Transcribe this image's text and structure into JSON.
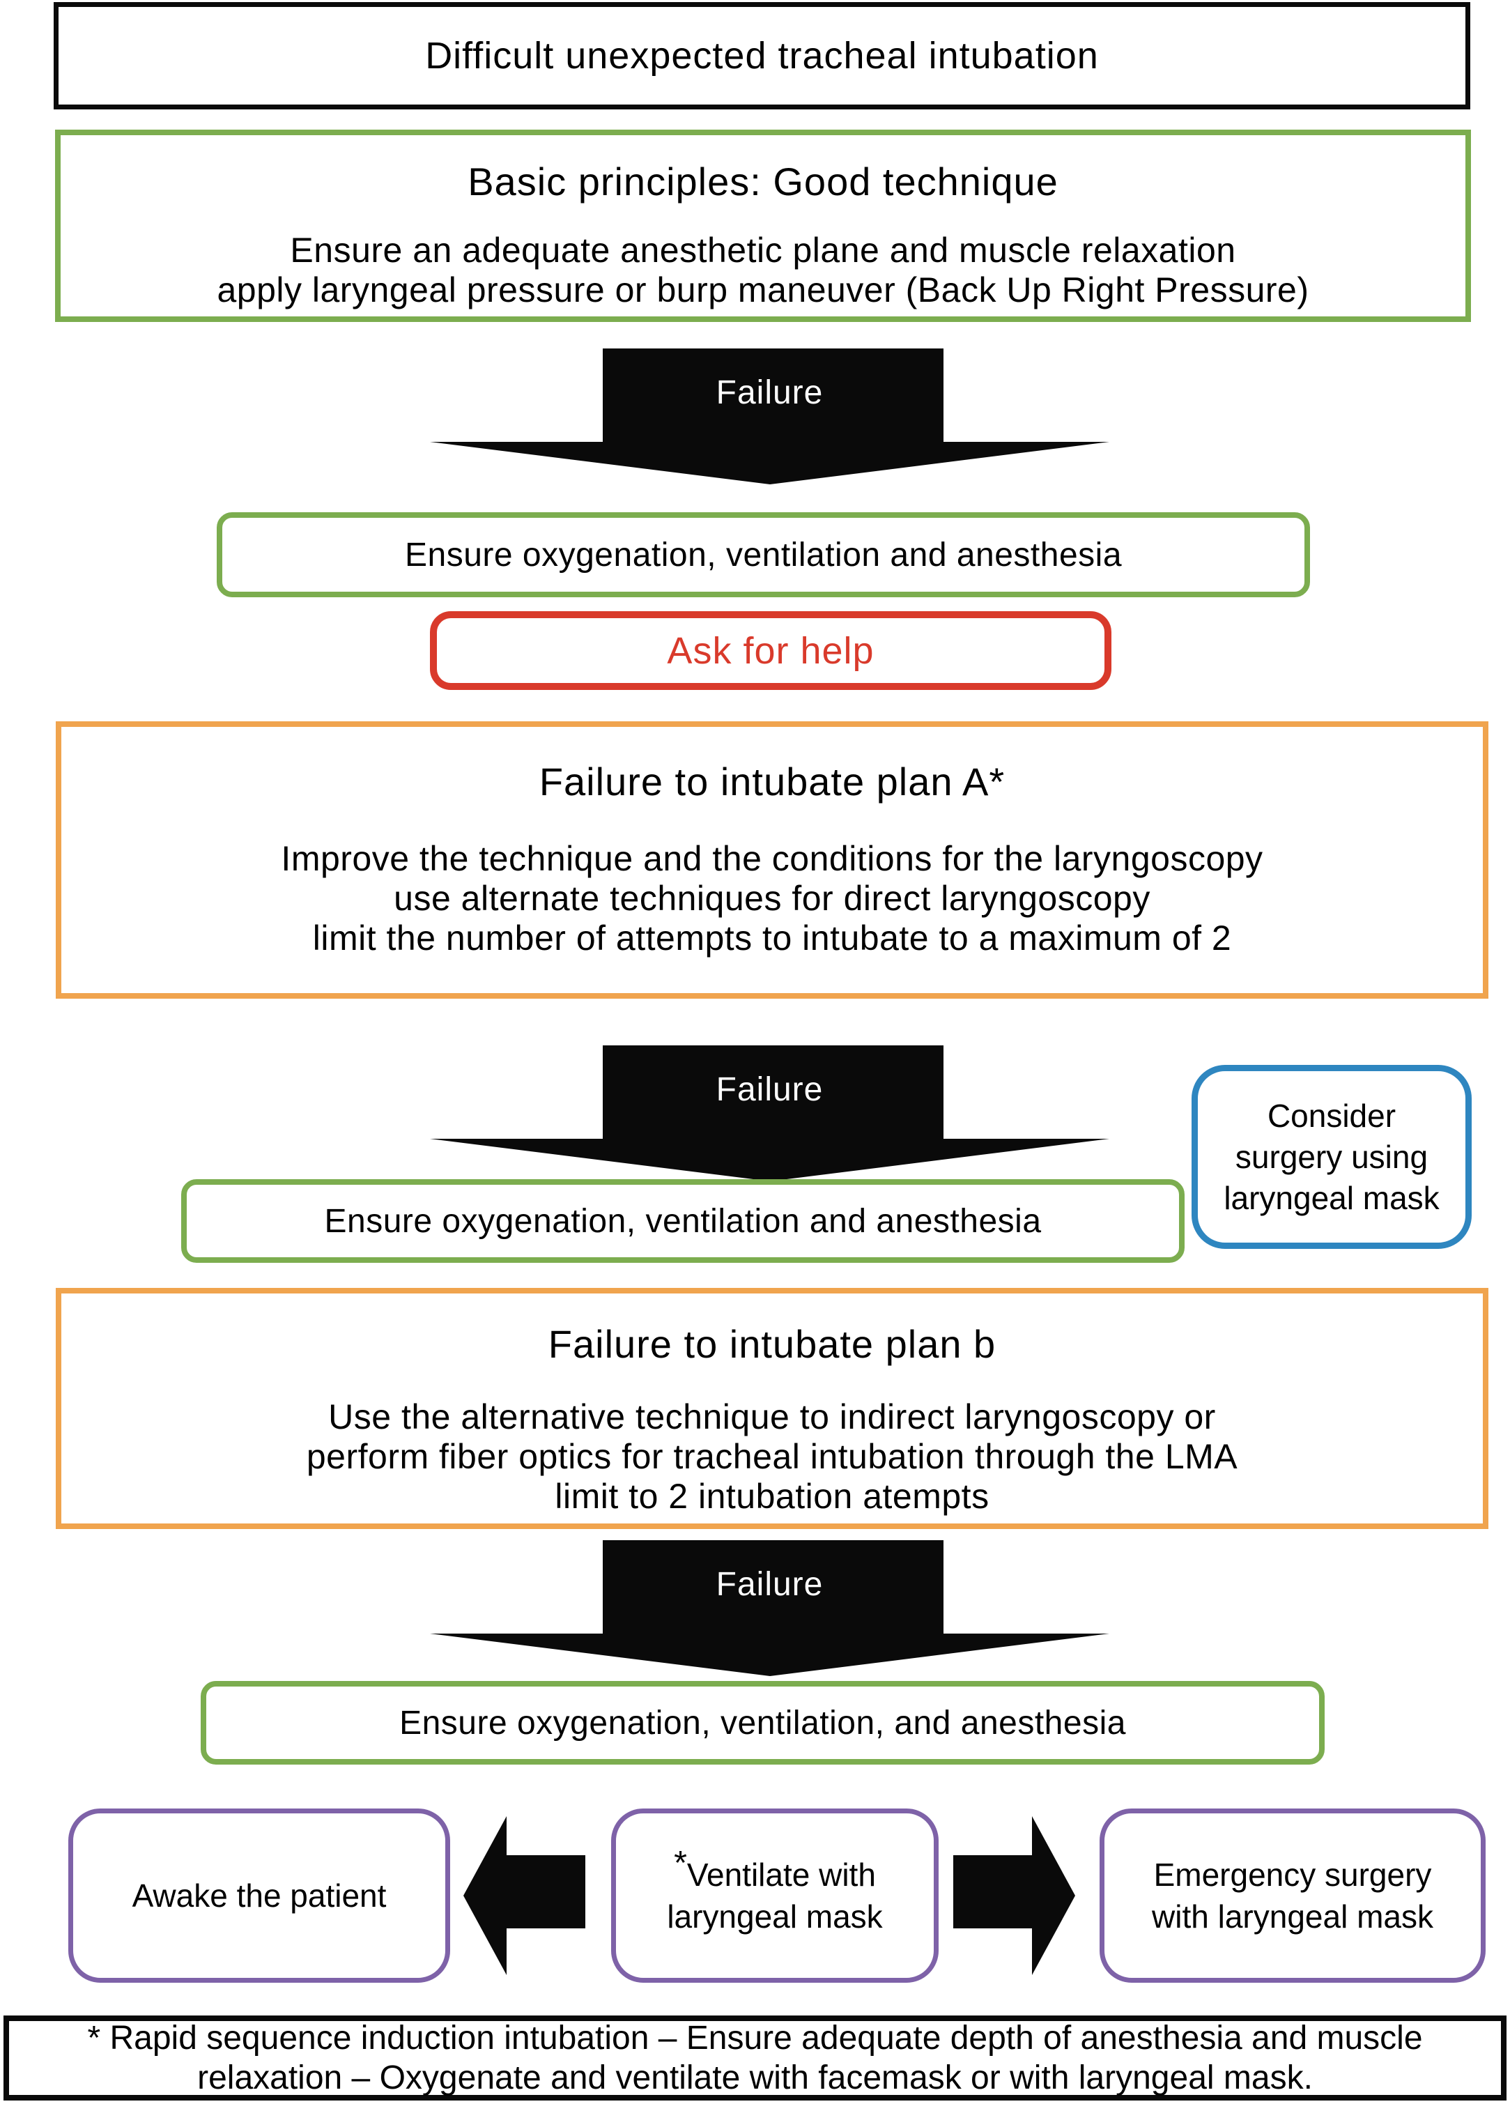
{
  "colors": {
    "green": "#7CAD4F",
    "orange": "#F0A44E",
    "red": "#D93A2B",
    "blue": "#2E86C0",
    "purple": "#7E62A8",
    "arrow_black": "#0a0a0a"
  },
  "title": "Difficult unexpected tracheal intubation",
  "basic": {
    "heading": "Basic principles: Good technique",
    "line1": "Ensure an adequate anesthetic plane and muscle relaxation",
    "line2": "apply laryngeal pressure or burp maneuver (Back Up Right Pressure)"
  },
  "failure_label": "Failure",
  "ensure1": "Ensure oxygenation, ventilation and anesthesia",
  "ask_for_help": "Ask for help",
  "plan_a": {
    "heading": "Failure to intubate plan A*",
    "line1": "Improve the technique and the conditions for the laryngoscopy",
    "line2": "use alternate techniques for direct laryngoscopy",
    "line3": "limit the number of attempts to intubate to a maximum of 2"
  },
  "consider_surgery": "Consider surgery using laryngeal mask",
  "ensure2": "Ensure oxygenation, ventilation and anesthesia",
  "plan_b": {
    "heading": "Failure to intubate plan b",
    "line1": "Use the alternative technique to indirect laryngoscopy or",
    "line2": "perform fiber optics for tracheal intubation through the LMA",
    "line3": "limit to 2 intubation atempts"
  },
  "ensure3": "Ensure oxygenation, ventilation, and anesthesia",
  "outcomes": {
    "awake": "Awake the patient",
    "ventilate_asterisk": "*",
    "ventilate": "Ventilate with laryngeal mask",
    "emergency": "Emergency surgery with laryngeal mask"
  },
  "footnote": "* Rapid sequence induction intubation – Ensure adequate depth of anesthesia and muscle relaxation – Oxygenate and ventilate with facemask or with laryngeal mask."
}
